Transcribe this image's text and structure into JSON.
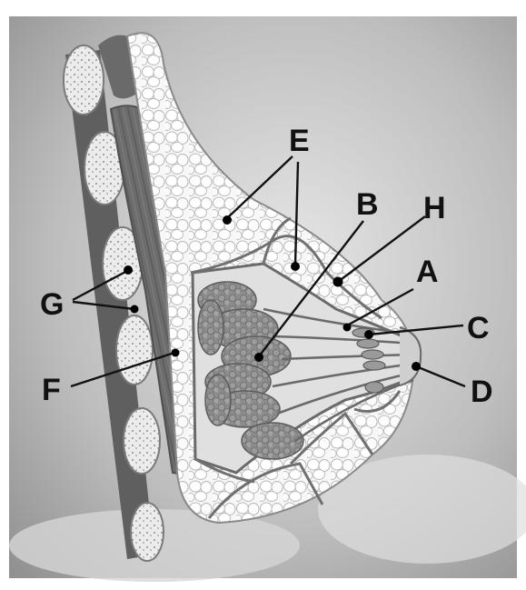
{
  "figure": {
    "labels": [
      "E",
      "B",
      "H",
      "A",
      "C",
      "D",
      "G",
      "F"
    ]
  }
}
